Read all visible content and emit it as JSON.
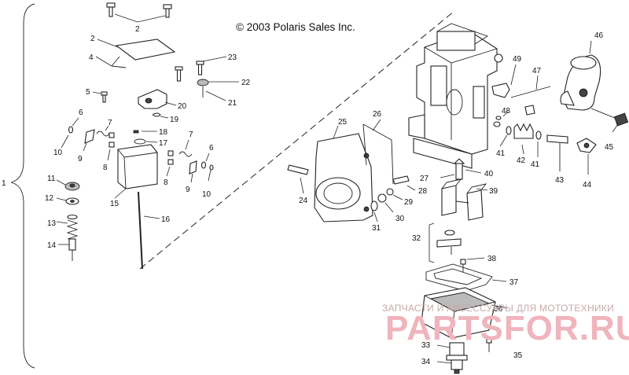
{
  "copyright": "© 2003 Polaris Sales Inc.",
  "watermark": {
    "tagline": "ЗАПЧАСТИ И АКСЕССУАРЫ ДЛЯ МОТОТЕХНИКИ",
    "logo": "PARTSFOR.RU"
  },
  "callouts": {
    "c1": "1",
    "c2a": "2",
    "c2b": "2",
    "c4": "4",
    "c5": "5",
    "c6a": "6",
    "c6b": "6",
    "c7a": "7",
    "c7b": "7",
    "c8a": "8",
    "c8b": "8",
    "c9a": "9",
    "c9b": "9",
    "c10a": "10",
    "c10b": "10",
    "c11": "11",
    "c12": "12",
    "c13": "13",
    "c14": "14",
    "c15": "15",
    "c16": "16",
    "c17": "17",
    "c18": "18",
    "c19": "19",
    "c20": "20",
    "c21": "21",
    "c22": "22",
    "c23": "23",
    "c24": "24",
    "c25": "25",
    "c26": "26",
    "c27": "27",
    "c28": "28",
    "c29": "29",
    "c30": "30",
    "c31": "31",
    "c32": "32",
    "c33": "33",
    "c34": "34",
    "c35": "35",
    "c36": "36",
    "c37": "37",
    "c38": "38",
    "c39": "39",
    "c40": "40",
    "c41a": "41",
    "c41b": "41",
    "c42": "42",
    "c43": "43",
    "c44": "44",
    "c45": "45",
    "c46": "46",
    "c47": "47",
    "c48": "48",
    "c49": "49"
  }
}
